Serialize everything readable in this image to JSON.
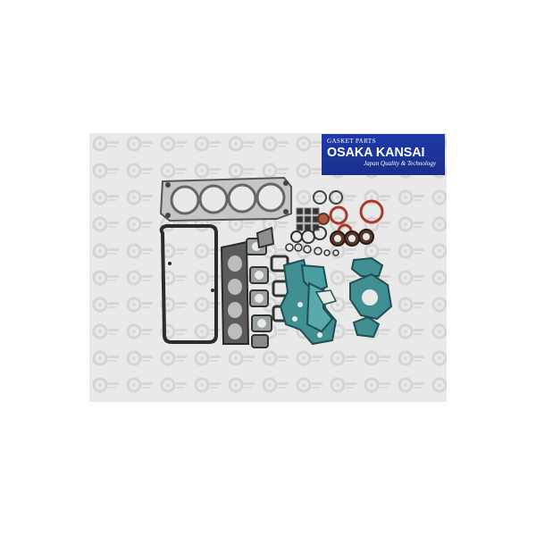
{
  "product": {
    "brand_line": "GASKET PARTS",
    "brand_name": "OSAKA KANSAI",
    "brand_tagline": "Japan Quality & Technology"
  },
  "colors": {
    "background": "#e9e9e9",
    "banner": "#1e3aa8",
    "teal_gasket": "#3f8f93",
    "dark_gasket": "#2c2c2c",
    "metal_gasket": "#bdbdbd",
    "oring": "#5a3a2a",
    "red_seal": "#a83a2a"
  },
  "icons": {
    "watermark": "logo-watermark-icon"
  }
}
